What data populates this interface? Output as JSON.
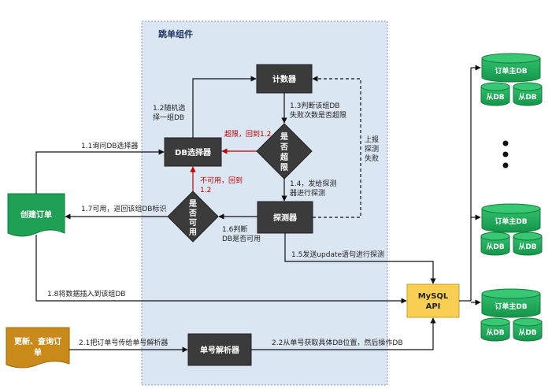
{
  "group_title": "跳单组件",
  "nodes": {
    "counter": "计数器",
    "db_selector": "DB选择器",
    "exceed_check": [
      "是",
      "否",
      "超",
      "限"
    ],
    "probe": "探测器",
    "available_check": [
      "是",
      "否",
      "可",
      "用"
    ],
    "create_order": "创建订单",
    "update_query_order": [
      "更新、查询订",
      "单"
    ],
    "order_parser": "单号解析器",
    "mysql_api": [
      "MySQL",
      "API"
    ],
    "master_db": "订单主DB",
    "slave_db": "从DB"
  },
  "edges": {
    "e1_1": "1.1询问DB选择器",
    "e1_2": [
      "1.2随机选",
      "择一组DB"
    ],
    "e1_3": [
      "1.3判断该组DB",
      "失败次数是否超限"
    ],
    "exceed_back": "超限，回到1.2",
    "e1_4": [
      "1.4，发给探测",
      "器进行探测"
    ],
    "report_fail": [
      "上报",
      "探测",
      "失败"
    ],
    "e1_5": "1.5发送update语句进行探测",
    "e1_6": [
      "1.6判断",
      "DB是否可用"
    ],
    "unavailable_back": [
      "不可用，回到",
      "1.2"
    ],
    "e1_7": "1.7可用，返回该组DB标识",
    "e1_8": "1.8将数据插入到该组DB",
    "e2_1": "2.1把订单号传给单号解析器",
    "e2_2": "2.2从单号获取具体DB位置，然后操作DB"
  },
  "ellipsis_dots": "⋮",
  "colors": {
    "dark_box": "#3b3b3b",
    "green": "#1fa155",
    "green_dark": "#137a3d",
    "orange": "#c98a1a",
    "mysql": "#f8cf52",
    "group_bg": "#dbe6f3",
    "group_border": "#7f9cc6",
    "red": "#c00000"
  }
}
